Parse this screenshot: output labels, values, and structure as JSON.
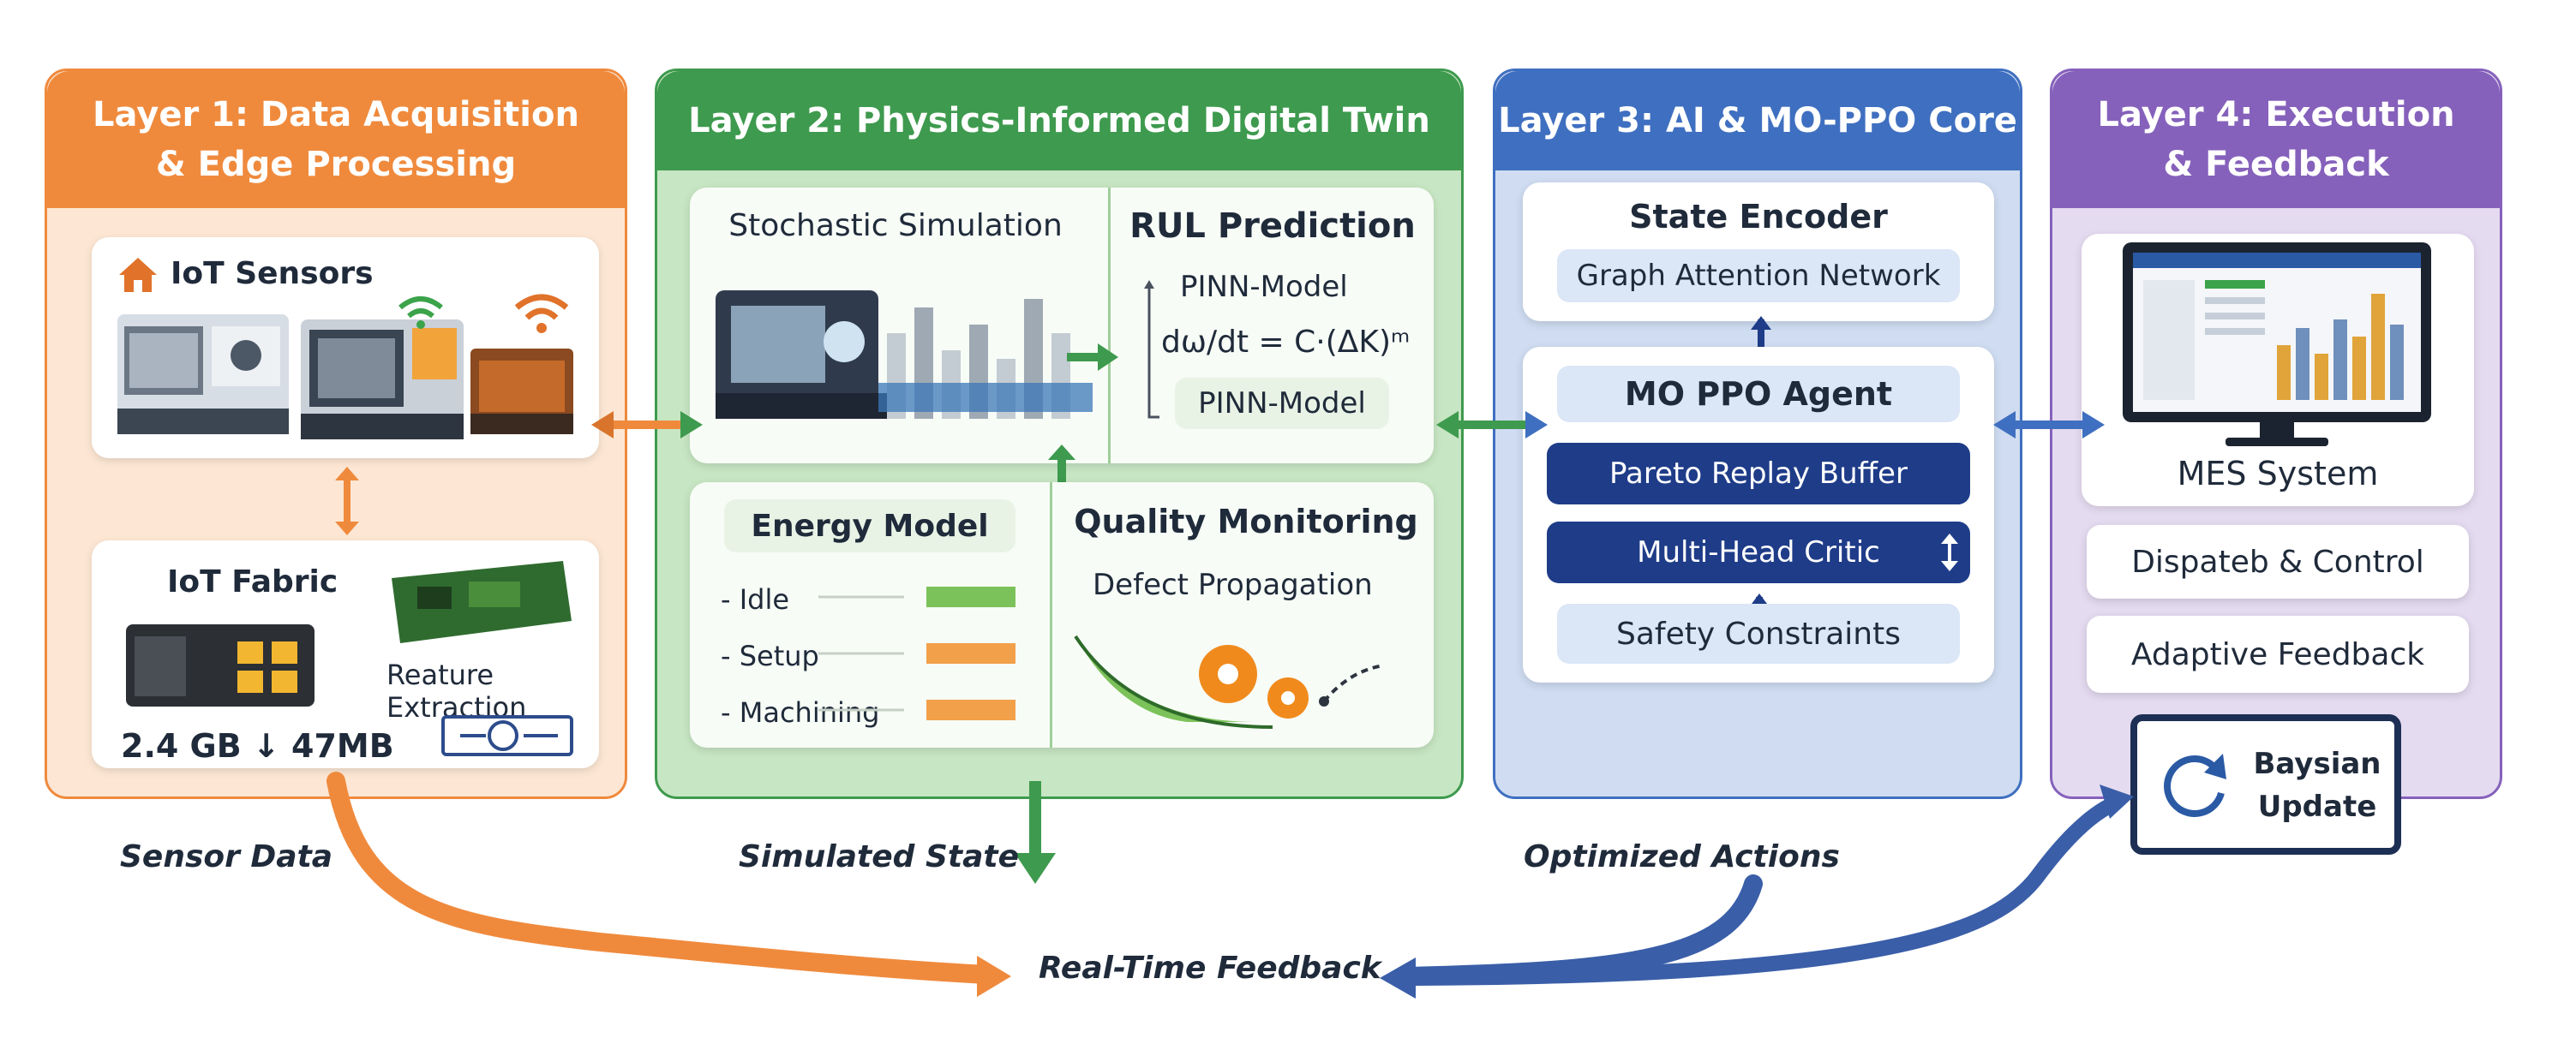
{
  "colors": {
    "layer1": "#ef8a3d",
    "layer1_body": "#fde7d4",
    "layer2": "#3e9a4e",
    "layer2_body": "#c7e6c3",
    "layer3": "#3f6fc0",
    "layer3_body": "#cfdcf1",
    "layer4": "#8561bb",
    "layer4_body": "#e5dbf1",
    "flow_orange": "#ef8a3d",
    "flow_blue": "#3a5ea8"
  },
  "layer1": {
    "title_line1": "Layer 1: Data Acquisition",
    "title_line2": "& Edge Processing",
    "iot_sensors": "IoT Sensors",
    "iot_fabric": "IoT Fabric",
    "feature_extraction": "Reature Extraction",
    "compression": "2.4 GB ↓ 47MB"
  },
  "layer2": {
    "title": "Layer 2: Physics-Informed Digital Twin",
    "stochastic": "Stochastic Simulation",
    "rul": "RUL Prediction",
    "pinn1": "PINN-Model",
    "equation": "dω/dt = C·(ΔK)ᵐ",
    "pinn2": "PINN-Model",
    "energy": "Energy Model",
    "idle": "- Idle",
    "setup": "- Setup",
    "machining": "- Machining",
    "quality": "Quality Monitoring",
    "defect": "Defect Propagation"
  },
  "layer3": {
    "title": "Layer 3: AI & MO-PPO Core",
    "state_encoder": "State Encoder",
    "gat": "Graph Attention Network",
    "agent": "MO PPO Agent",
    "pareto": "Pareto Replay Buffer",
    "critic": "Multi-Head Critic",
    "safety": "Safety Constraints"
  },
  "layer4": {
    "title_line1": "Layer 4: Execution",
    "title_line2": "& Feedback",
    "mes": "MES System",
    "dispatch": "Dispateb & Control",
    "adaptive": "Adaptive Feedback",
    "bayes_line1": "Baysian",
    "bayes_line2": "Update"
  },
  "flows": {
    "sensor_data": "Sensor Data",
    "simulated_state": "Simulated State",
    "optimized_actions": "Optimized Actions",
    "realtime_feedback": "Real-Time Feedback"
  }
}
